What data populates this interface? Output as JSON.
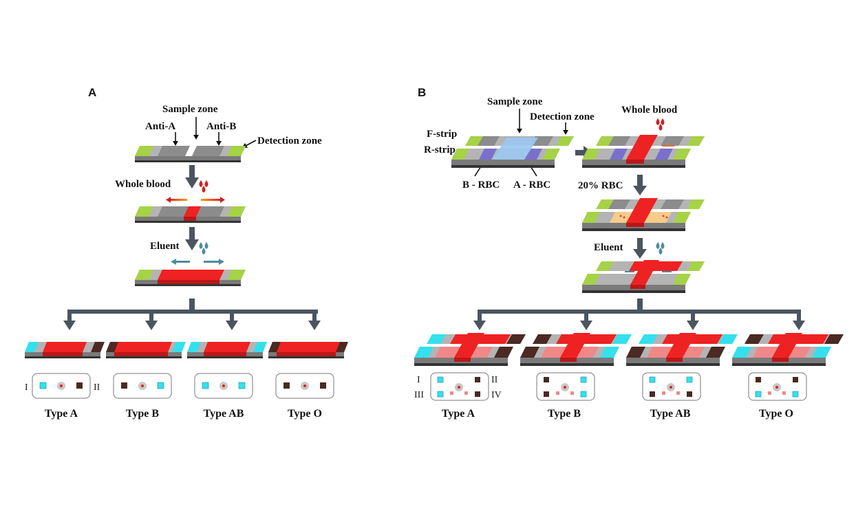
{
  "panel_a": {
    "letter": "A",
    "sample_zone": "Sample zone",
    "anti_a": "Anti-A",
    "anti_b": "Anti-B",
    "detection_zone": "Detection zone",
    "whole_blood": "Whole blood",
    "eluent": "Eluent",
    "roman_i": "I",
    "roman_ii": "II",
    "types": [
      "Type A",
      "Type B",
      "Type AB",
      "Type O"
    ]
  },
  "panel_b": {
    "letter": "B",
    "sample_zone": "Sample zone",
    "detection_zone": "Detection zone",
    "whole_blood": "Whole blood",
    "f_strip": "F-strip",
    "r_strip": "R-strip",
    "b_rbc": "B - RBC",
    "a_rbc": "A - RBC",
    "rbc_20": "20% RBC",
    "eluent": "Eluent",
    "roman_i": "I",
    "roman_ii": "II",
    "roman_iii": "III",
    "roman_iv": "IV",
    "types": [
      "Type A",
      "Type B",
      "Type AB",
      "Type O"
    ]
  },
  "colors": {
    "cyan": "#33e0ee",
    "brown": "#4a2a22",
    "red": "#ee2222",
    "pink": "#f08888",
    "green": "#a6d246",
    "gray": "#a6a6a6",
    "purple": "#7a70cc",
    "lightblue": "#9cc8f2",
    "arrow": "#4b5560"
  }
}
